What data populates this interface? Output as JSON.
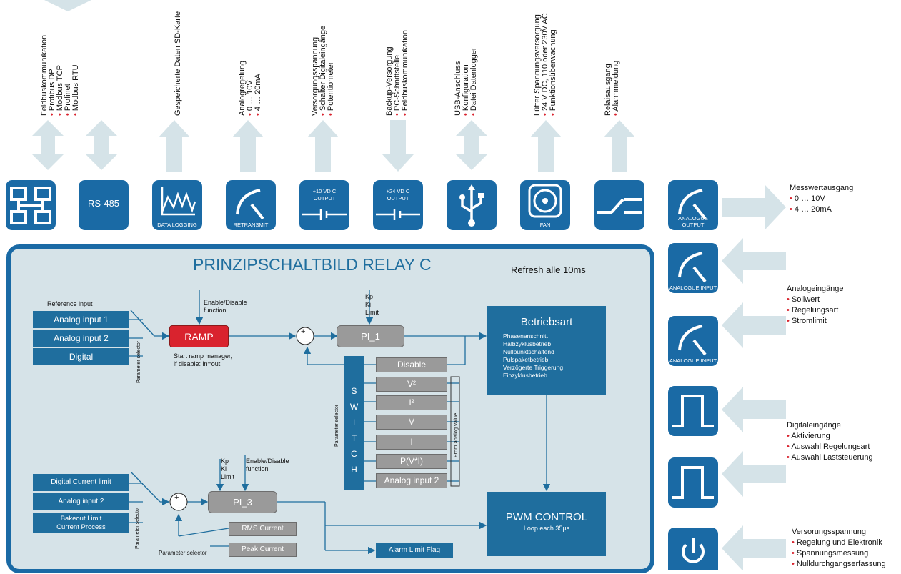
{
  "top_labels": [
    {
      "title": "Feldbuskommunikation",
      "items": [
        "Profibus DP",
        "Modbus TCP",
        "Profinet",
        "Modbus RTU"
      ]
    },
    {
      "title": "Gespeicherte Daten SD-Karte",
      "items": []
    },
    {
      "title": "Analogregelung",
      "items": [
        "0 … 10V",
        "4 … 20mA"
      ]
    },
    {
      "title": "Versorgungsspannung",
      "items": [
        "Schalter Digitaleingänge",
        "Potentiometer"
      ]
    },
    {
      "title": "Backup-Versorgung",
      "items": [
        "PC-Schnittstelle",
        "Feldbuskommunikation"
      ]
    },
    {
      "title": "USB-Anschluss",
      "items": [
        "Konfiguration",
        "Datei Datenlogger"
      ]
    },
    {
      "title": "Lüfter Spannungsversorgung",
      "items": [
        "24 V DC, 110 oder 230V AC",
        "Funktionsüberwachung"
      ]
    },
    {
      "title": "Relaisausgang",
      "items": [
        "Alarmmeldung"
      ]
    }
  ],
  "icons": {
    "rs485": "RS-485",
    "data_logging": "DATA LOGGING",
    "retransmit": "RETRANSMIT",
    "out10_line1": "+10 VD C",
    "out10_line2": "OUTPUT",
    "out24_line1": "+24 VD C",
    "out24_line2": "OUTPUT",
    "fan": "FAN",
    "analogue_output": "ANALOGUE OUTPUT",
    "analogue_input": "ANALOGUE INPUT"
  },
  "right": {
    "mess_title": "Messwertausgang",
    "mess_items": [
      "0 … 10V",
      "4 … 20mA"
    ],
    "ana_title": "Analogeingänge",
    "ana_items": [
      "Sollwert",
      "Regelungsart",
      "Stromlimit"
    ],
    "dig_title": "Digitaleingänge",
    "dig_items": [
      "Aktivierung",
      "Auswahl Regelungsart",
      "Auswahl Laststeuerung"
    ],
    "vers_title": "Versorungsspannung",
    "vers_items": [
      "Regelung und Elektronik",
      "Spannungsmessung",
      "Nulldurchgangserfassung"
    ]
  },
  "panel": {
    "title": "PRINZIPSCHALTBILD RELAY C",
    "refresh": "Refresh alle 10ms",
    "reference_input": "Reference input",
    "inputs": [
      "Analog input 1",
      "Analog input 2",
      "Digital"
    ],
    "param_selector": "Parameter selector",
    "enable_disable": [
      "Enable/Disable",
      "function"
    ],
    "ramp": "RAMP",
    "ramp_note": [
      "Start ramp manager,",
      "if disable: in=out"
    ],
    "kp": [
      "Kp",
      "Ki",
      "Limit"
    ],
    "pi1": "PI_1",
    "betriebsart": "Betriebsart",
    "betriebsart_items": [
      "Phasenanschnitt",
      "Halbzyklusbetrieb",
      "Nullpunktschaltend",
      "Pulspaketbetrieb",
      "Verzögerte Triggerung",
      "Einzyklusbetrieb"
    ],
    "switch_letters": [
      "S",
      "W",
      "I",
      "T",
      "C",
      "H"
    ],
    "switch_items": [
      "Disable",
      "V²",
      "I²",
      "V",
      "I",
      "P(V*I)",
      "Analog input 2"
    ],
    "from_analog": "From analog value",
    "lower_inputs": [
      "Digital Current limit",
      "Analog input 2",
      "Bakeout Limit",
      "Current Process"
    ],
    "pi3": "PI_3",
    "rms": "RMS Current",
    "peak": "Peak Current",
    "pwm": "PWM CONTROL",
    "pwm_sub": "Loop each 35µs",
    "alarm": "Alarm Limit Flag"
  }
}
